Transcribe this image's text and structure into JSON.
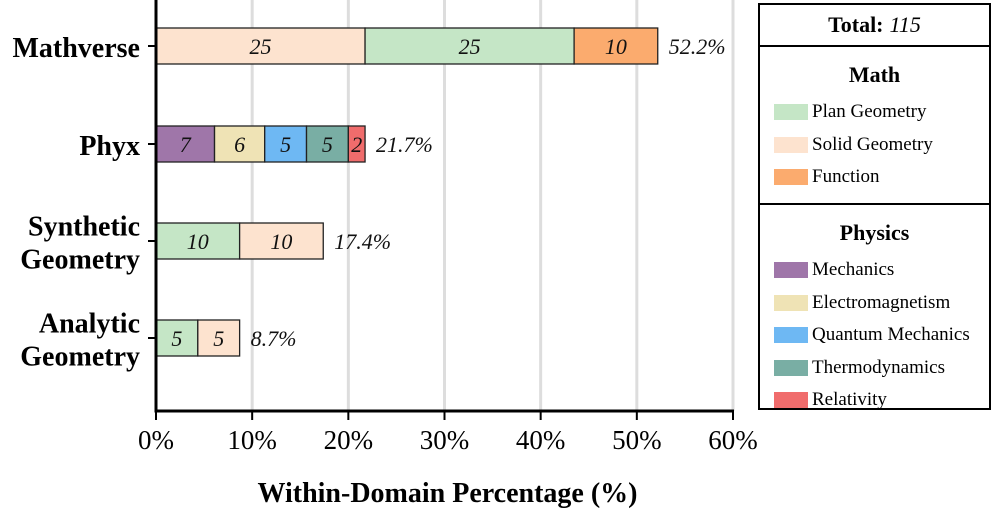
{
  "chart_data": {
    "type": "bar",
    "orientation": "horizontal",
    "stacked": true,
    "xlabel": "Within-Domain Percentage (%)",
    "xlim": [
      0,
      60
    ],
    "xticks": [
      "0%",
      "10%",
      "20%",
      "30%",
      "40%",
      "50%",
      "60%"
    ],
    "grid": true,
    "total": 115,
    "bars": [
      {
        "label": "Mathverse",
        "label_lines": [
          "Mathverse"
        ],
        "total_label": "52.2%",
        "segments": [
          {
            "category": "Solid Geometry",
            "count": 25,
            "label": "25"
          },
          {
            "category": "Plan Geometry",
            "count": 25,
            "label": "25"
          },
          {
            "category": "Function",
            "count": 10,
            "label": "10"
          }
        ]
      },
      {
        "label": "Phyx",
        "label_lines": [
          "Phyx"
        ],
        "total_label": "21.7%",
        "segments": [
          {
            "category": "Mechanics",
            "count": 7,
            "label": "7"
          },
          {
            "category": "Electromagnetism",
            "count": 6,
            "label": "6"
          },
          {
            "category": "Quantum Mechanics",
            "count": 5,
            "label": "5"
          },
          {
            "category": "Thermodynamics",
            "count": 5,
            "label": "5"
          },
          {
            "category": "Relativity",
            "count": 2,
            "label": "2"
          }
        ]
      },
      {
        "label": "Synthetic Geometry",
        "label_lines": [
          "Synthetic",
          "Geometry"
        ],
        "total_label": "17.4%",
        "segments": [
          {
            "category": "Plan Geometry",
            "count": 10,
            "label": "10"
          },
          {
            "category": "Solid Geometry",
            "count": 10,
            "label": "10"
          }
        ]
      },
      {
        "label": "Analytic Geometry",
        "label_lines": [
          "Analytic",
          "Geometry"
        ],
        "total_label": "8.7%",
        "segments": [
          {
            "category": "Plan Geometry",
            "count": 5,
            "label": "5"
          },
          {
            "category": "Solid Geometry",
            "count": 5,
            "label": "5"
          }
        ]
      }
    ]
  },
  "legend": {
    "total_label": "Total:",
    "total_value": "115",
    "groups": [
      {
        "title": "Math",
        "items": [
          {
            "name": "Plan Geometry",
            "color": "#c5e6c6"
          },
          {
            "name": "Solid Geometry",
            "color": "#fde3cf"
          },
          {
            "name": "Function",
            "color": "#fbab6e"
          }
        ]
      },
      {
        "title": "Physics",
        "items": [
          {
            "name": "Mechanics",
            "color": "#9f76a9"
          },
          {
            "name": "Electromagnetism",
            "color": "#efe3b5"
          },
          {
            "name": "Quantum Mechanics",
            "color": "#6eb8f3"
          },
          {
            "name": "Thermodynamics",
            "color": "#79aea4"
          },
          {
            "name": "Relativity",
            "color": "#f06c6c"
          }
        ]
      }
    ]
  }
}
